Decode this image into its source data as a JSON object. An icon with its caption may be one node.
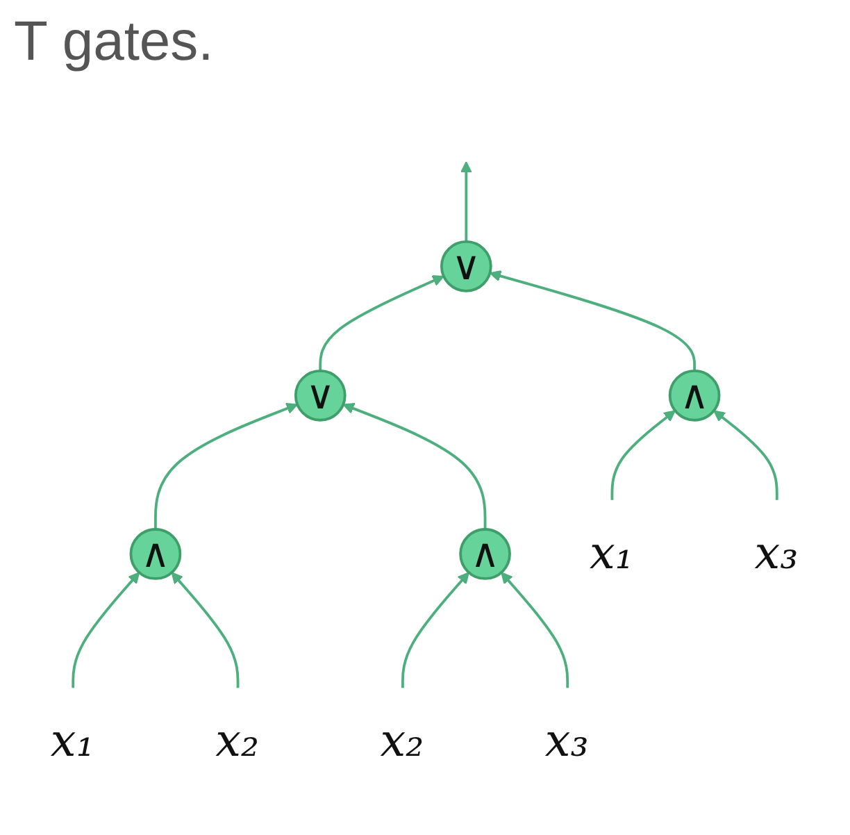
{
  "diagram": {
    "nodes": [
      {
        "text": [
          "∨"
        ]
      },
      {
        "text": [
          "∨"
        ]
      },
      {
        "text": [
          "∧"
        ]
      },
      {
        "text": [
          "∧"
        ]
      },
      {
        "text": [
          "∧"
        ]
      },
      {
        "text": [
          "x₁"
        ]
      },
      {
        "text": [
          "x₂"
        ]
      },
      {
        "text": [
          "x₂"
        ]
      },
      {
        "text": [
          "x₃"
        ]
      },
      {
        "text": [
          "x₁"
        ]
      },
      {
        "text": [
          "x₃"
        ]
      }
    ],
    "edges": [
      {
        "from": 0,
        "to": null,
        "arrow": "to"
      },
      {
        "from": 1,
        "to": 0,
        "arrow": "to"
      },
      {
        "from": 4,
        "to": 0,
        "arrow": "to"
      },
      {
        "from": 2,
        "to": 1,
        "arrow": "to"
      },
      {
        "from": 3,
        "to": 1,
        "arrow": "to"
      },
      {
        "from": 5,
        "to": 2,
        "arrow": "to"
      },
      {
        "from": 6,
        "to": 2,
        "arrow": "to"
      },
      {
        "from": 7,
        "to": 3,
        "arrow": "to"
      },
      {
        "from": 8,
        "to": 3,
        "arrow": "to"
      },
      {
        "from": 9,
        "to": 4,
        "arrow": "to"
      },
      {
        "from": 10,
        "to": 4,
        "arrow": "to"
      }
    ],
    "labels": [
      "T gates."
    ]
  }
}
